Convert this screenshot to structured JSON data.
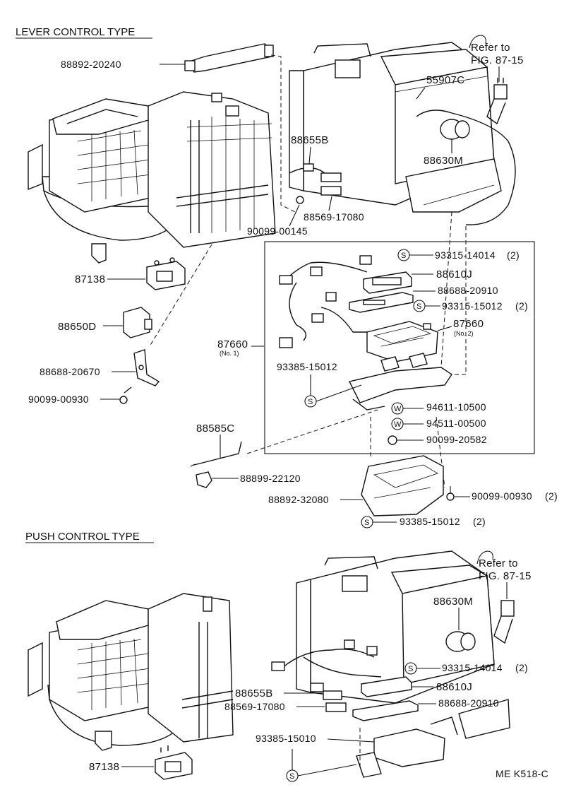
{
  "sections": {
    "lever": {
      "title": "LEVER CONTROL TYPE"
    },
    "push": {
      "title": "PUSH CONTROL TYPE"
    }
  },
  "lever_parts": {
    "p88892_20240": "88892-20240",
    "refer_to": "Refer to",
    "fig_ref": "FIG. 87-15",
    "p55907c": "55907C",
    "p88655b": "88655B",
    "p88630m": "88630M",
    "p88569_17080": "88569-17080",
    "p90099_00145": "90099-00145",
    "p93315_14014": "93315-14014",
    "p93315_14014_qty": "(2)",
    "p88610j": "88610J",
    "p88688_20910": "88688-20910",
    "p93315_15012": "93315-15012",
    "p93315_15012_qty": "(2)",
    "p87660_2": "87660",
    "p87660_2_sub": "(No. 2)",
    "p87660_1": "87660",
    "p87660_1_sub": "(No. 1)",
    "p87138": "87138",
    "p88650d": "88650D",
    "p88688_20670": "88688-20670",
    "p90099_00930": "90099-00930",
    "p93385_15012": "93385-15012",
    "p94611_10500": "94611-10500",
    "p94511_00500": "94511-00500",
    "p90099_20582": "90099-20582",
    "p88585c": "88585C",
    "p88899_22120": "88899-22120",
    "p88892_32080": "88892-32080",
    "p90099_00930b": "90099-00930",
    "p90099_00930b_qty": "(2)",
    "p93385_15012b": "93385-15012",
    "p93385_15012b_qty": "(2)"
  },
  "push_parts": {
    "refer_to": "Refer to",
    "fig_ref": "FIG. 87-15",
    "p88630m": "88630M",
    "p93315_14014": "93315-14014",
    "p93315_14014_qty": "(2)",
    "p88655b": "88655B",
    "p88610j": "88610J",
    "p88569_17080": "88569-17080",
    "p88688_20910": "88688-20910",
    "p93385_15010": "93385-15010",
    "p87138": "87138"
  },
  "symbols": {
    "s": "S",
    "w": "W"
  },
  "footer": {
    "code": "ME K518-C"
  }
}
